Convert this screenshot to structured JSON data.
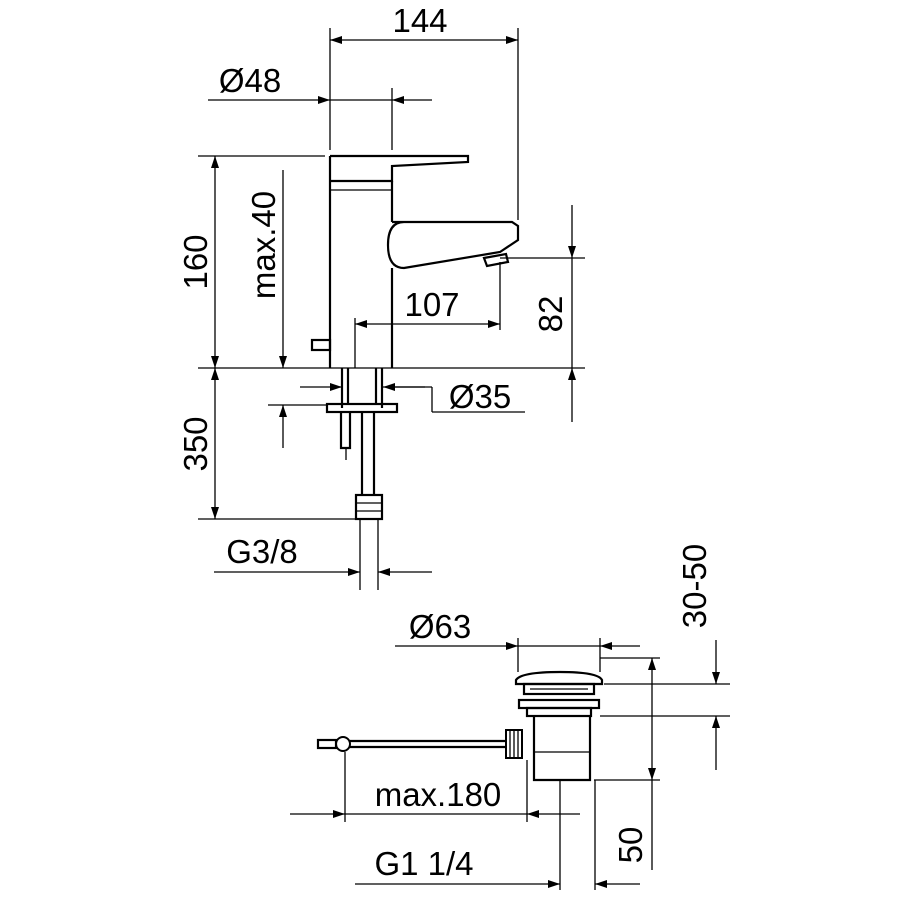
{
  "dimensions": {
    "width_top": "144",
    "diameter_handle": "Ø48",
    "height_total": "160",
    "max_deck": "max.40",
    "spout_reach": "107",
    "spout_height": "82",
    "diameter_base": "Ø35",
    "hose_length": "350",
    "hose_thread": "G3/8",
    "waste_diameter": "Ø63",
    "waste_range": "30-50",
    "rod_length": "max.180",
    "waste_thread": "G1 1/4",
    "waste_height": "50"
  }
}
